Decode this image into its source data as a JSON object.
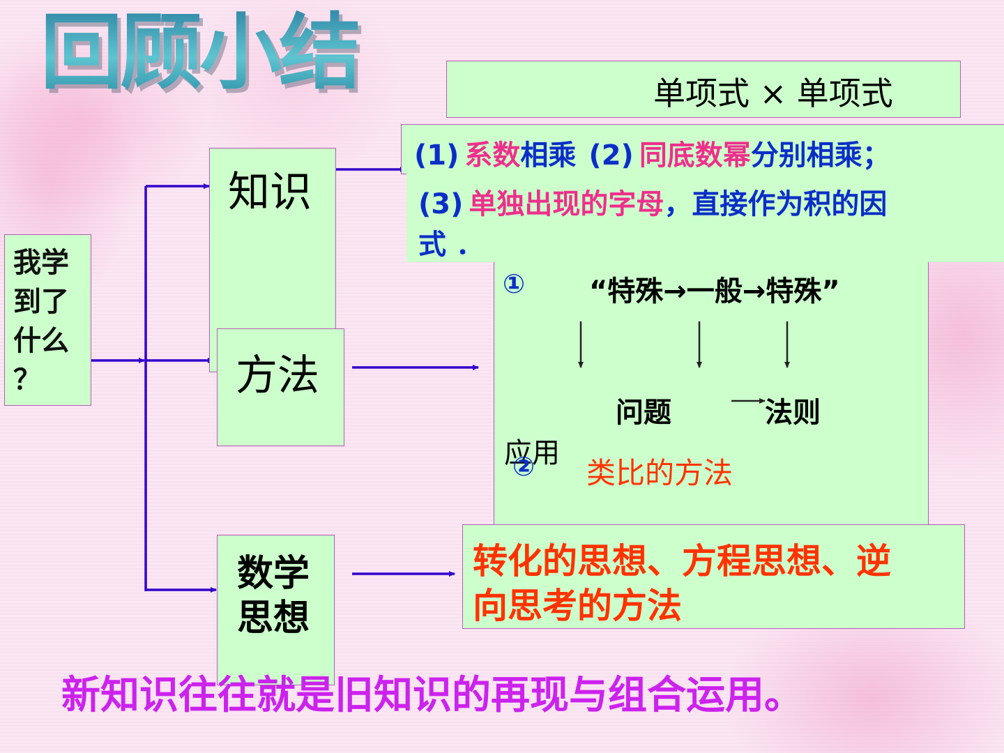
{
  "title": "回顾小结",
  "topic": "单项式 × 单项式",
  "root": [
    "我学",
    "到了",
    "什么",
    "？"
  ],
  "branches": {
    "knowledge": "知识",
    "method": "方法",
    "thought": [
      "数学",
      "思想"
    ]
  },
  "knowledge": {
    "line1": [
      {
        "t": "(1)",
        "c": "#0b2ec7"
      },
      {
        "t": "系数",
        "c": "#ee2f8c"
      },
      {
        "t": "相乘",
        "c": "#0b2ec7"
      },
      {
        "t": "(2)",
        "c": "#0b2ec7"
      },
      {
        "t": "同底数幂",
        "c": "#ee2f8c"
      },
      {
        "t": "分别相乘；",
        "c": "#0b2ec7"
      }
    ],
    "line2": [
      {
        "t": "(3)",
        "c": "#0b2ec7"
      },
      {
        "t": "单独出现的字母",
        "c": "#ee2f8c"
      },
      {
        "t": "，直接作为积的因",
        "c": "#0b2ec7"
      }
    ],
    "line3": "式．"
  },
  "method": {
    "circle1": "①",
    "sequence": "“特殊→一般→特殊”",
    "problem": "问题",
    "law": "法则",
    "apply": "应用",
    "circle2": "②",
    "analogy": "类比的方法"
  },
  "thoughts": [
    "转化的思想、方程思想、逆",
    "向思考的方法"
  ],
  "conclusion": "新知识往往就是旧知识的再现与组合运用。",
  "colors": {
    "box_fill": "#ccffcc",
    "box_border": "#b85ab8",
    "arrow": "#3300cc",
    "blue_text": "#0b2ec7",
    "pink_text": "#ee2f8c",
    "orange_text": "#ff3300",
    "conclusion_text": "#cc22ee"
  }
}
